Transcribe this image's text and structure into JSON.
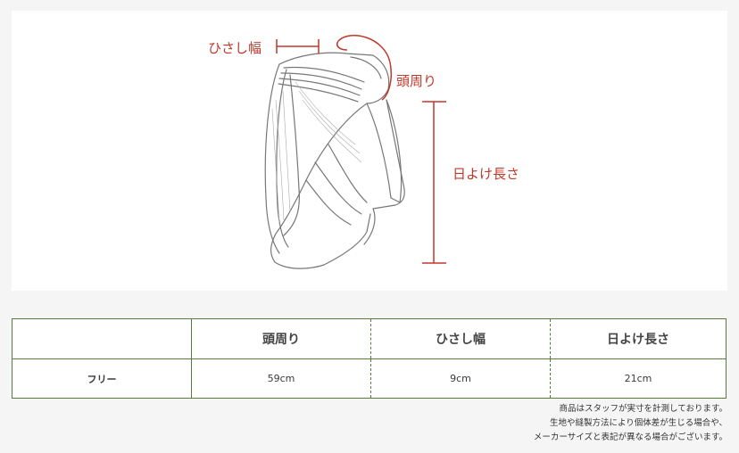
{
  "diagram": {
    "labels": {
      "brim_width": "ひさし幅",
      "head_circumference": "頭周り",
      "shade_length": "日よけ長さ"
    },
    "accent_color": "#c0392b"
  },
  "table": {
    "headers": [
      "",
      "頭周り",
      "ひさし幅",
      "日よけ長さ"
    ],
    "rows": [
      {
        "label": "フリー",
        "values": [
          "59cm",
          "9cm",
          "21cm"
        ]
      }
    ],
    "border_color": "#5b7a3d"
  },
  "notes": [
    "商品はスタッフが実寸を計測しております。",
    "生地や縫製方法により個体差が生じる場合や、",
    "メーカーサイズと表記が異なる場合がございます。"
  ]
}
